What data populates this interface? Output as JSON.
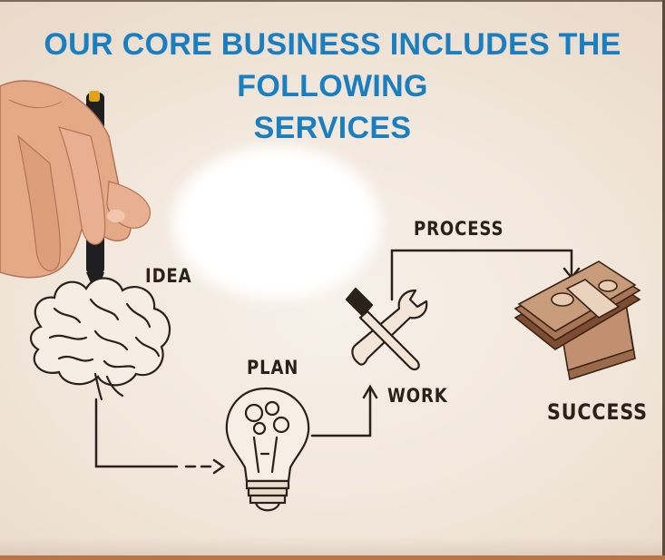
{
  "headline": {
    "line1": "OUR CORE BUSINESS INCLUDES THE",
    "line2": "FOLLOWING",
    "line3": "SERVICES"
  },
  "diagram": {
    "idea": "IDEA",
    "plan": "PLAN",
    "work": "WORK",
    "process": "PROCESS",
    "success": "SUCCESS"
  },
  "colors": {
    "headline": "#1a7fc0",
    "ink": "#2b211b",
    "money": "#8c5a3c",
    "background": "#f3e9de"
  },
  "icons": [
    "hand-with-pen-icon",
    "brain-icon",
    "lightbulb-icon",
    "wrench-screwdriver-icon",
    "money-stack-icon"
  ]
}
